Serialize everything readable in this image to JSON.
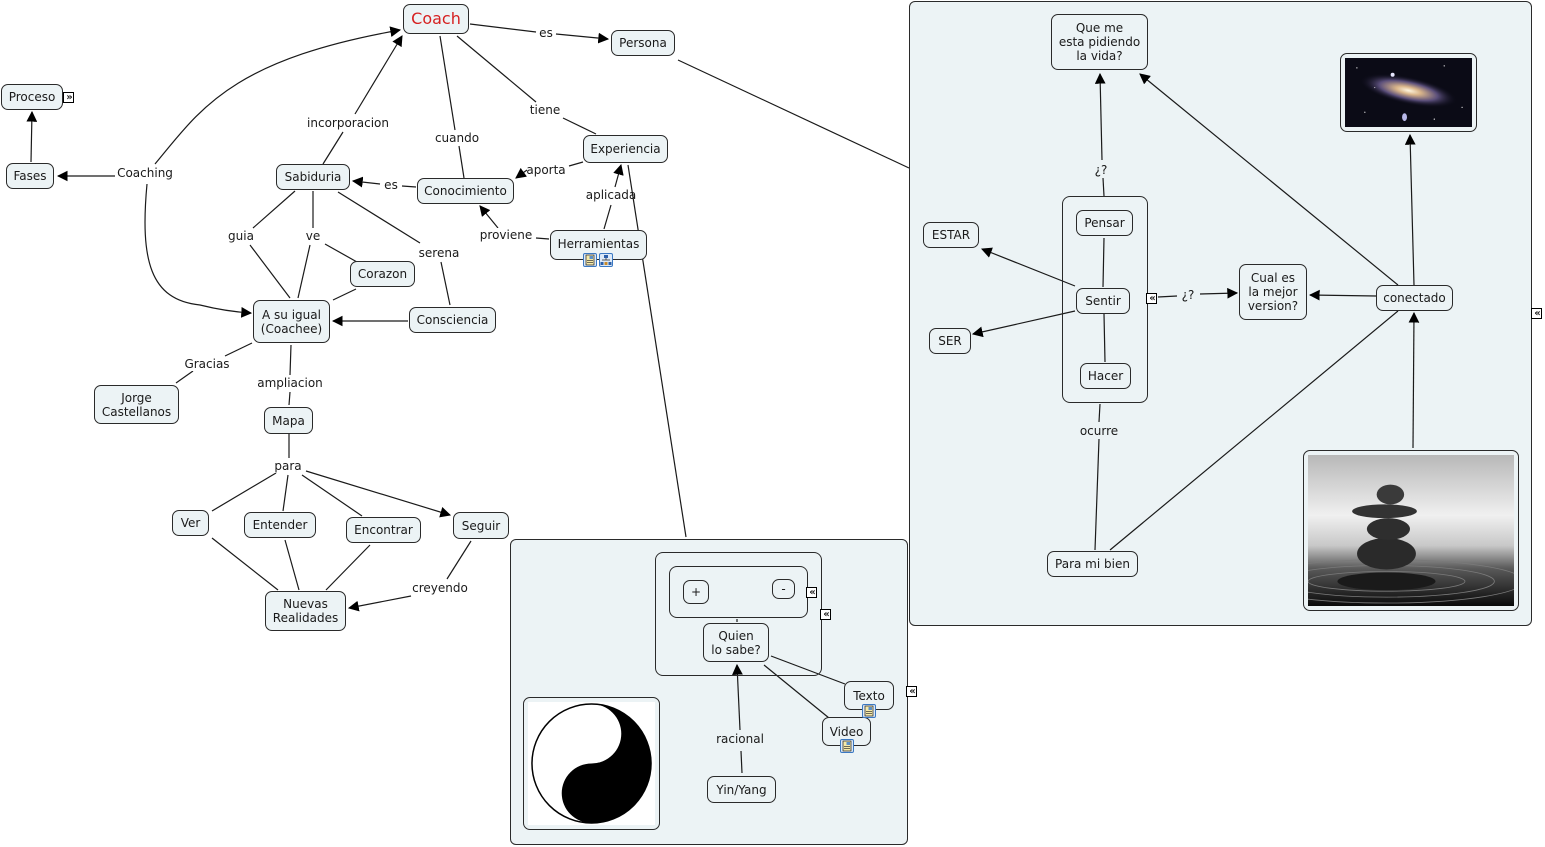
{
  "map_title": "Coach",
  "nodes": {
    "coach": "Coach",
    "persona": "Persona",
    "proceso": "Proceso",
    "fases": "Fases",
    "sabiduria": "Sabiduria",
    "conocimiento": "Conocimiento",
    "experiencia": "Experiencia",
    "herramientas": "Herramientas",
    "corazon": "Corazon",
    "a_su_igual": "A su igual\n(Coachee)",
    "consciencia": "Consciencia",
    "jorge": "Jorge\nCastellanos",
    "mapa": "Mapa",
    "ver": "Ver",
    "entender": "Entender",
    "encontrar": "Encontrar",
    "seguir": "Seguir",
    "nuevas_realidades": "Nuevas\nRealidades",
    "plus": "+",
    "minus": "-",
    "quien_lo_sabe": "Quien\nlo sabe?",
    "texto": "Texto",
    "video": "Video",
    "yin_yang": "Yin/Yang",
    "que_me_pide": "Que me\nesta pidiendo\nla vida?",
    "estar": "ESTAR",
    "ser": "SER",
    "pensar": "Pensar",
    "sentir": "Sentir",
    "hacer": "Hacer",
    "mejor_version": "Cual es\nla mejor\nversion?",
    "conectado": "conectado",
    "para_mi_bien": "Para mi bien"
  },
  "links": {
    "es_persona": "es",
    "tiene": "tiene",
    "cuando": "cuando",
    "incorporacion": "incorporacion",
    "coaching": "Coaching",
    "es_sabiduria": "es",
    "aporta": "aporta",
    "aplicada": "aplicada",
    "proviene": "proviene",
    "guia": "guia",
    "ve": "ve",
    "serena": "serena",
    "gracias": "Gracias",
    "ampliacion": "ampliacion",
    "para": "para",
    "creyendo": "creyendo",
    "racional": "racional",
    "pregunta_vida": "¿?",
    "pregunta_version": "¿?",
    "ocurre": "ocurre"
  },
  "images": {
    "galaxy": "galaxy-image",
    "stones": "balanced-stones-image",
    "yinyang": "yin-yang-image"
  },
  "expanders": {
    "proceso": "»",
    "collapse": "«"
  },
  "colors": {
    "node_fill": "#ecf3f5",
    "node_border": "#2a2a2a",
    "title_text": "#d62020",
    "panel_fill": "#ecf3f5"
  }
}
